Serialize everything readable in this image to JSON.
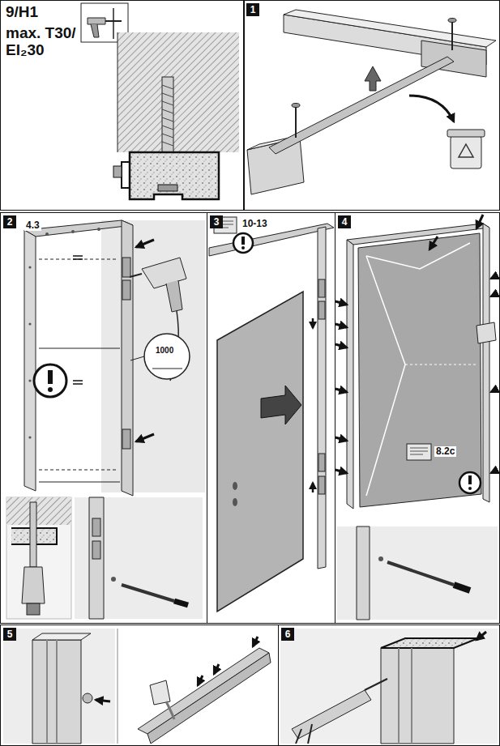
{
  "diagram": {
    "nodes": [
      {
        "text": [
          "9/H1",
          "max. T30/ EI₂30"
        ]
      },
      {
        "text": [
          "1"
        ]
      },
      {
        "text": [
          "2"
        ]
      },
      {
        "text": [
          "3"
        ]
      },
      {
        "text": [
          "4"
        ]
      },
      {
        "text": [
          "5"
        ]
      },
      {
        "text": [
          "6"
        ]
      }
    ],
    "labels": [
      "4.3",
      "10-13",
      "8.2c",
      "1000"
    ]
  }
}
